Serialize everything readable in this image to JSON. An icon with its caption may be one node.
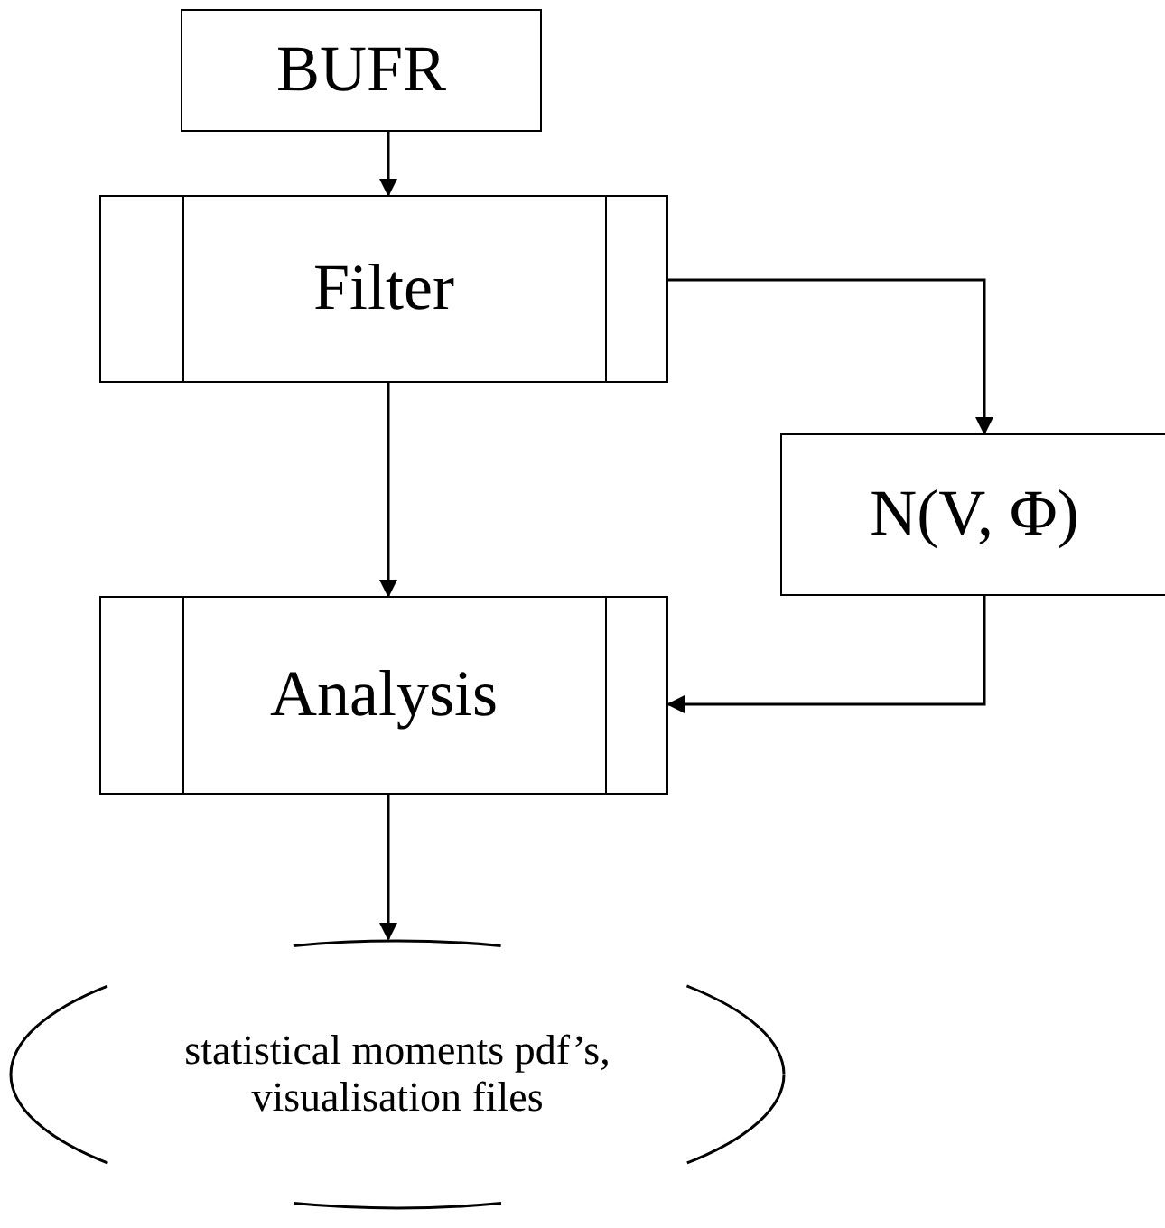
{
  "diagram": {
    "nodes": [
      {
        "text": [
          "BUFR"
        ]
      },
      {
        "text": [
          "Filter"
        ]
      },
      {
        "text": [
          "N(V, Φ)"
        ]
      },
      {
        "text": [
          "Analysis"
        ]
      },
      {
        "text": [
          "statistical moments pdf’s, visualisation files"
        ]
      }
    ],
    "edges": [
      {
        "from": 0,
        "to": 1,
        "arrow": "to"
      },
      {
        "from": 1,
        "to": 2,
        "arrow": "to"
      },
      {
        "from": 1,
        "to": 3,
        "arrow": "to"
      },
      {
        "from": 2,
        "to": 3,
        "arrow": "to"
      },
      {
        "from": 3,
        "to": 4,
        "arrow": "to"
      }
    ]
  }
}
